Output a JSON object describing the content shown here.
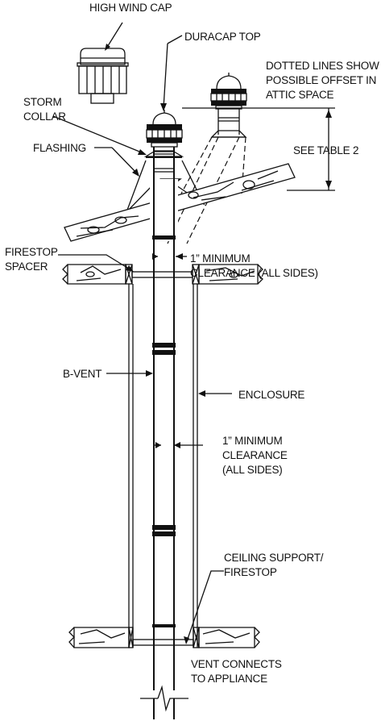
{
  "labels": {
    "high_wind_cap": "HIGH WIND CAP",
    "duracap_top": "DURACAP TOP",
    "dotted_line1": "DOTTED LINES SHOW",
    "dotted_line2": "POSSIBLE OFFSET IN",
    "dotted_line3": "ATTIC SPACE",
    "storm_collar1": "STORM",
    "storm_collar2": "COLLAR",
    "flashing": "FLASHING",
    "see_table": "SEE TABLE 2",
    "firestop_spacer1": "FIRESTOP",
    "firestop_spacer2": "SPACER",
    "clearance_top1": "1” MINIMUM",
    "clearance_top2": "CLEARANCE (ALL SIDES)",
    "bvent": "B-VENT",
    "enclosure": "ENCLOSURE",
    "clearance_mid1": "1” MINIMUM",
    "clearance_mid2": "CLEARANCE",
    "clearance_mid3": "(ALL SIDES)",
    "ceiling_support1": "CEILING SUPPORT/",
    "ceiling_support2": "FIRESTOP",
    "vent_connects1": "VENT CONNECTS",
    "vent_connects2": "TO APPLIANCE"
  }
}
